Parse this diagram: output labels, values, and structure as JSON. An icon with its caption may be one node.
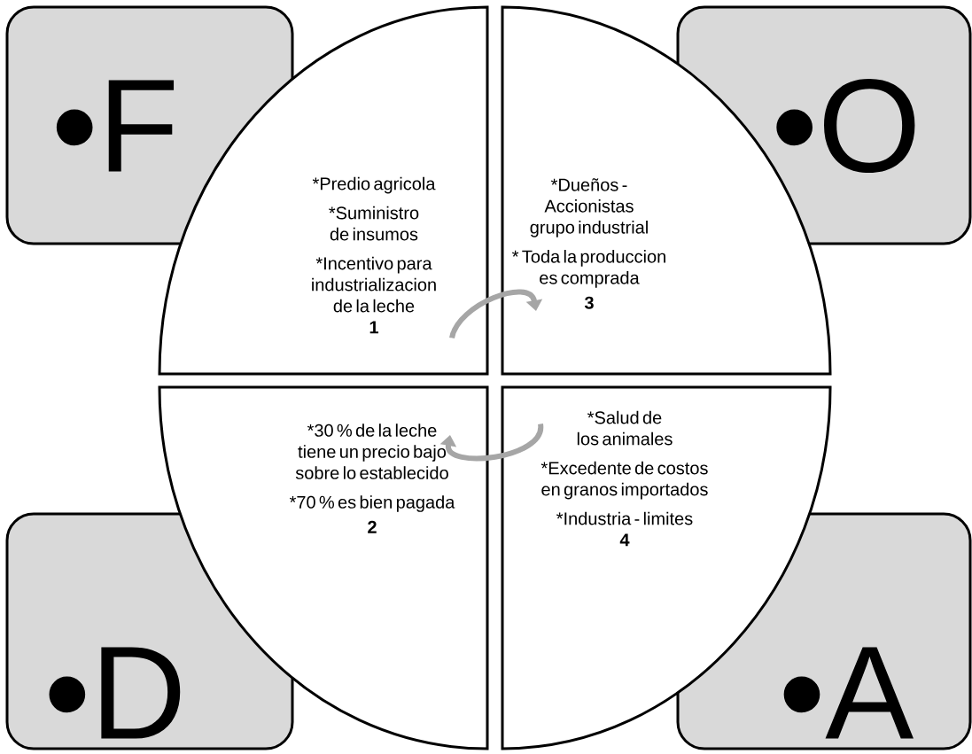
{
  "diagram": {
    "nodes": [
      {
        "text": [
          "•F"
        ]
      },
      {
        "text": [
          "•O"
        ]
      },
      {
        "text": [
          "*Predio agricola",
          "*Suministro de insumos",
          "*Incentivo para industrializacion de la leche",
          "1"
        ]
      },
      {
        "text": [
          "*Dueños - Accionistas grupo industrial",
          "* Toda la produccion es comprada",
          "3"
        ]
      },
      {
        "text": [
          "*30 % de la leche tiene un precio bajo sobre lo establecido",
          "*70 % es bien pagada",
          "2"
        ]
      },
      {
        "text": [
          "*Salud de los animales",
          "*Excedente de costos en granos importados",
          "*Industria - limites",
          "4"
        ]
      },
      {
        "text": [
          "•D"
        ]
      },
      {
        "text": [
          "•A"
        ]
      }
    ],
    "edges": [
      {
        "from": 2,
        "to": 3,
        "arrow": "to"
      },
      {
        "from": 5,
        "to": 4,
        "arrow": "to"
      }
    ]
  }
}
